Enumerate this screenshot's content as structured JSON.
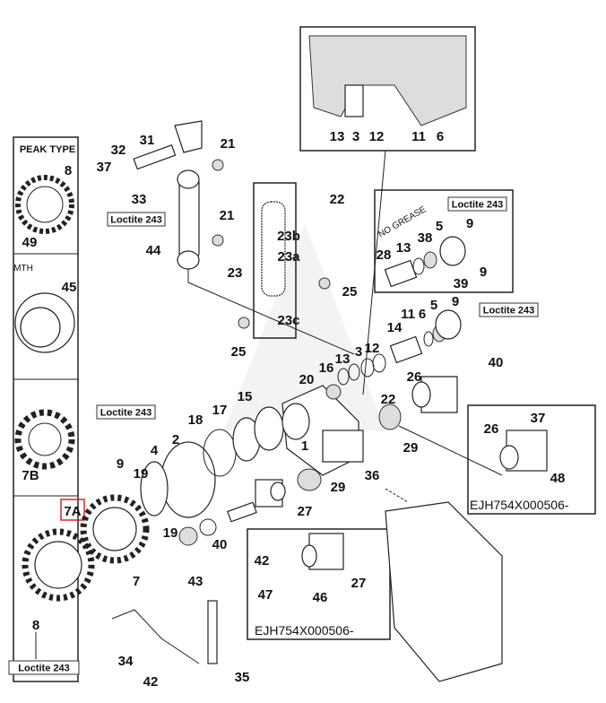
{
  "diagram": {
    "panel_peak_title": "PEAK TYPE",
    "panel_mth": "MTH",
    "no_grease": "NO GREASE",
    "loctite": [
      "Loctite 243",
      "Loctite 243",
      "Loctite 243",
      "Loctite 243",
      "Loctite 243"
    ],
    "codes": [
      "EJH754X000506-",
      "EJH754X000506-"
    ],
    "highlight_color": "#d22",
    "callouts": [
      "13",
      "3",
      "12",
      "11",
      "6",
      "8",
      "49",
      "45",
      "7B",
      "7A",
      "31",
      "32",
      "37",
      "33",
      "21",
      "21",
      "44",
      "22",
      "23b",
      "23a",
      "23",
      "23c",
      "25",
      "25",
      "28",
      "13",
      "38",
      "5",
      "9",
      "9",
      "39",
      "9",
      "5",
      "11",
      "6",
      "14",
      "12",
      "3",
      "13",
      "16",
      "20",
      "40",
      "26",
      "22",
      "15",
      "17",
      "18",
      "1",
      "29",
      "36",
      "29",
      "2",
      "4",
      "9",
      "19",
      "19",
      "40",
      "43",
      "27",
      "7",
      "8",
      "26",
      "37",
      "48",
      "42",
      "27",
      "46",
      "47",
      "34",
      "42",
      "35"
    ]
  }
}
